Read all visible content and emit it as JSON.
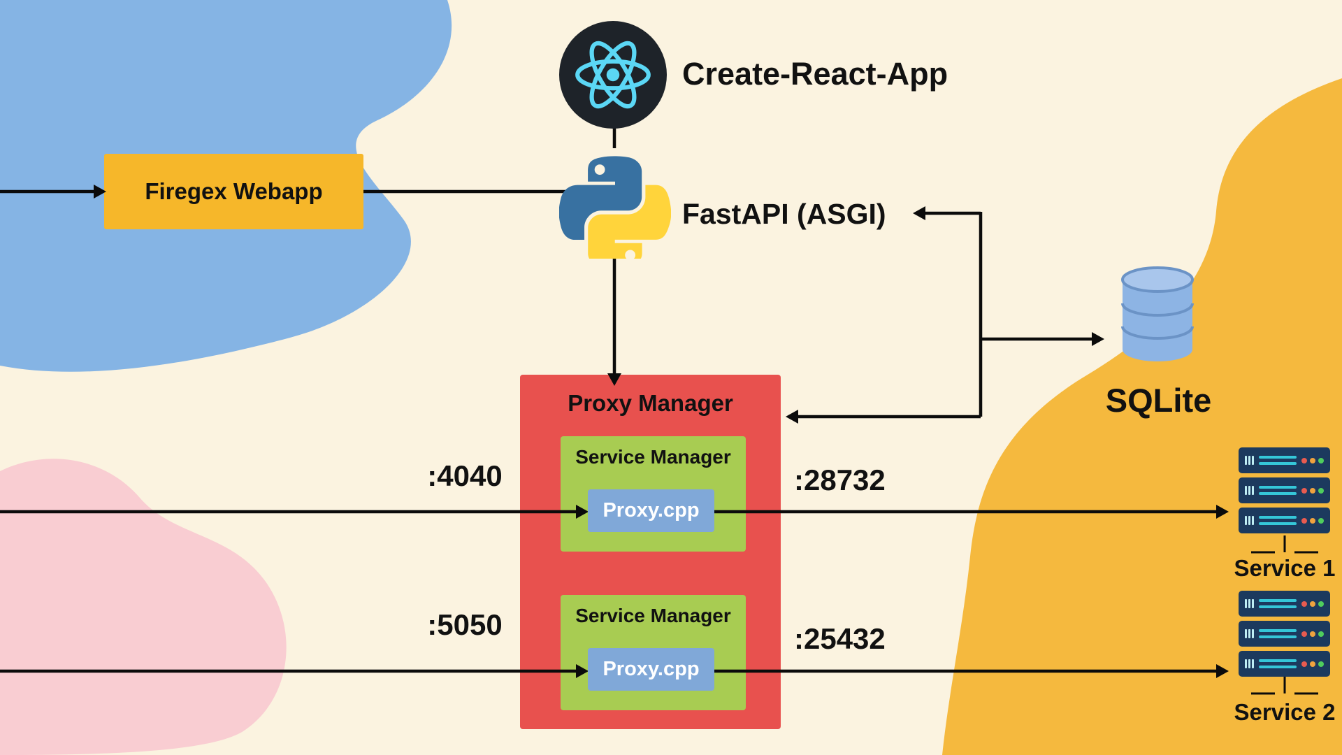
{
  "colors": {
    "bg-cream": "#fbf3e0",
    "blob-blue": "#85b4e4",
    "blob-pink": "#f9cdd2",
    "blob-yellow": "#f5b93e",
    "webapp-gold": "#f6b72a",
    "proxy-red": "#e8514e",
    "service-green": "#a8cc52",
    "proxycpp-blue": "#80a8d8",
    "ink": "#111111",
    "react-cyan": "#5bd7f5",
    "server-navy": "#1c3a5e",
    "dot-red": "#e85b50",
    "dot-amber": "#f0a33f",
    "dot-green": "#4fce5d",
    "arrow-black": "#0b0b0b"
  },
  "nodes": {
    "react": {
      "label": "Create-React-App"
    },
    "webapp": {
      "label": "Firegex Webapp"
    },
    "fastapi": {
      "label": "FastAPI (ASGI)"
    },
    "sqlite": {
      "label": "SQLite"
    },
    "proxy_manager": {
      "title": "Proxy Manager"
    },
    "service_managers": [
      {
        "title": "Service Manager",
        "component": "Proxy.cpp",
        "port_in": ":4040",
        "port_out": ":28732"
      },
      {
        "title": "Service Manager",
        "component": "Proxy.cpp",
        "port_in": ":5050",
        "port_out": ":25432"
      }
    ],
    "services": [
      {
        "label": "Service 1"
      },
      {
        "label": "Service 2"
      }
    ]
  }
}
